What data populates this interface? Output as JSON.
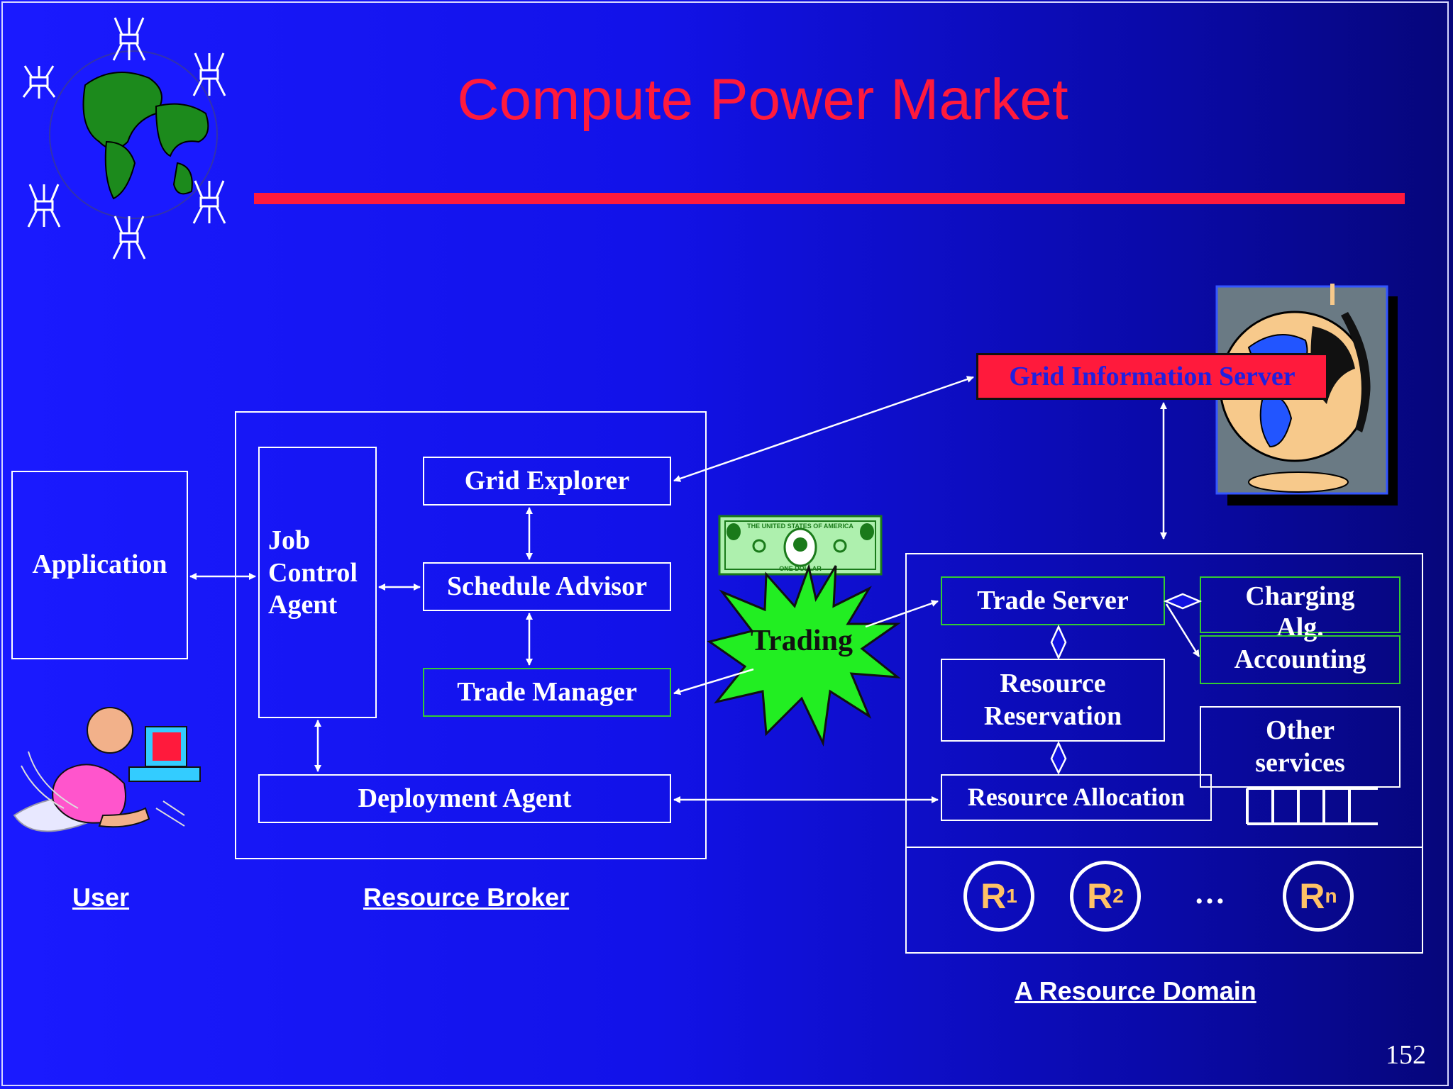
{
  "title": "Compute Power Market",
  "user": {
    "application": "Application",
    "caption": "User"
  },
  "broker": {
    "caption": "Resource Broker",
    "job_control_agent": [
      "Job",
      "Control",
      "Agent"
    ],
    "grid_explorer": "Grid Explorer",
    "schedule_advisor": "Schedule Advisor",
    "trade_manager": "Trade Manager",
    "deployment_agent": "Deployment Agent"
  },
  "market": {
    "trading": "Trading",
    "grid_information_server": "Grid Information Server",
    "banknote_top": "THE UNITED STATES OF AMERICA",
    "banknote_bottom": "ONE DOLLAR"
  },
  "domain": {
    "caption": "A Resource Domain",
    "trade_server": "Trade Server",
    "charging_alg": [
      "Charging",
      "Alg."
    ],
    "accounting": "Accounting",
    "resource_reservation": [
      "Resource",
      "Reservation"
    ],
    "other_services": [
      "Other",
      "services"
    ],
    "resource_allocation": "Resource Allocation",
    "resources": [
      {
        "letter": "R",
        "sub": "1"
      },
      {
        "letter": "R",
        "sub": "2"
      },
      {
        "letter": "R",
        "sub": "n"
      }
    ],
    "ellipsis": "…"
  },
  "page_number": "152",
  "colors": {
    "accent_red": "#ff1a3c",
    "green_border": "#33cc33",
    "star_green": "#22ee22",
    "resource_text": "#ffc266"
  }
}
